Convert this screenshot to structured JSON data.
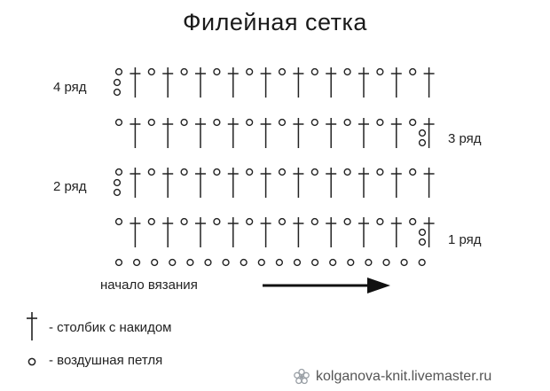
{
  "title": "Филейная сетка",
  "rows": [
    {
      "label": "4 ряд",
      "symbols": "ococococococococococ"
    },
    {
      "label": "3 ряд",
      "symbols": "ococococococococococ"
    },
    {
      "label": "2 ряд",
      "symbols": "ococococococococococ"
    },
    {
      "label": "1 ряд",
      "symbols": "ococococococococococ"
    }
  ],
  "foundation_chain_count": 18,
  "start_label": "начало вязания",
  "legend": {
    "stitch_icon": "double-crochet-symbol",
    "stitch_text": "- столбик с накидом",
    "chain_icon": "chain-loop-symbol",
    "chain_text": "- воздушная петля"
  },
  "watermark": {
    "icon": "flower-logo",
    "text": "kolganova-knit.livemaster.ru"
  },
  "colors": {
    "ink": "#222222",
    "watermark": "#9aa0a6"
  }
}
